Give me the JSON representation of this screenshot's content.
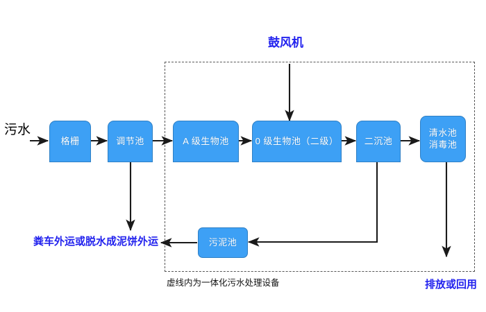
{
  "diagram": {
    "title_top": "鼓风机",
    "caption_bottom": "虚线内为一体化污水处理设备",
    "inlet_label": "污水",
    "sludge_disposal_label": "粪车外运或脱水成泥饼外运",
    "discharge_label": "排放或回用",
    "enclosure_note": "虚线内为一体化污水处理设备",
    "nodes": [
      {
        "id": "grille",
        "label": "格栅"
      },
      {
        "id": "regulating",
        "label": "调节池"
      },
      {
        "id": "a-stage",
        "label": "A 级生物池"
      },
      {
        "id": "o-stage",
        "label": "0 级生物池（二级）"
      },
      {
        "id": "clarifier",
        "label": "二沉池"
      },
      {
        "id": "clearwater",
        "label_line1": "清水池",
        "label_line2": "消毒池"
      },
      {
        "id": "sludge",
        "label": "污泥池"
      }
    ],
    "colors": {
      "node_fill": "#3DA0F5",
      "node_stroke": "#2E7FC4",
      "node_text": "#FFFFFF",
      "blue_text": "#2222EE",
      "black_text": "#000000",
      "dashed_stroke": "#555555",
      "arrow_stroke": "#1A1A1A"
    }
  }
}
